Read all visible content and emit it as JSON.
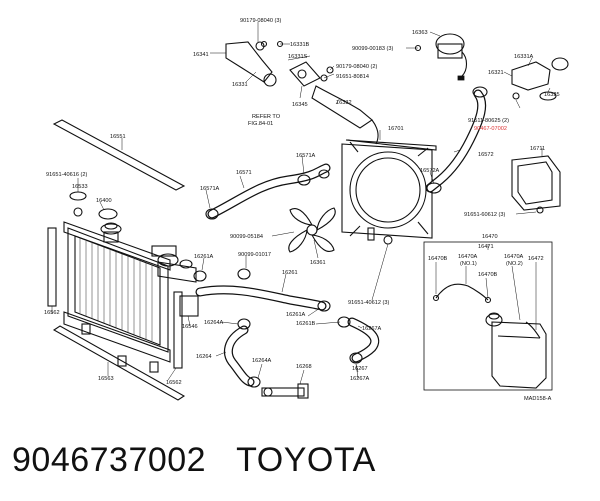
{
  "diagram": {
    "ref_code": "MAD158-A",
    "refer_note": [
      "REFER TO",
      "FIG.84-01"
    ],
    "labels": [
      {
        "id": "l01",
        "text": "90179-08040 (3)"
      },
      {
        "id": "l02",
        "text": "16331B"
      },
      {
        "id": "l03",
        "text": "16341"
      },
      {
        "id": "l04",
        "text": "16331"
      },
      {
        "id": "l05",
        "text": "16331S"
      },
      {
        "id": "l06",
        "text": "90099-00183 (3)"
      },
      {
        "id": "l07",
        "text": "16363"
      },
      {
        "id": "l08",
        "text": "90179-08040 (2)"
      },
      {
        "id": "l09",
        "text": "91651-80814"
      },
      {
        "id": "l10",
        "text": "16345"
      },
      {
        "id": "l11",
        "text": "16332"
      },
      {
        "id": "l12",
        "text": "16331A"
      },
      {
        "id": "l13",
        "text": "16321"
      },
      {
        "id": "l14",
        "text": "16325"
      },
      {
        "id": "l15",
        "text": "16551"
      },
      {
        "id": "l16",
        "text": "16701"
      },
      {
        "id": "l17",
        "text": "91511-80625 (2)"
      },
      {
        "id": "l18",
        "text": "90467-07002"
      },
      {
        "id": "l19",
        "text": "16571A"
      },
      {
        "id": "l20",
        "text": "16571"
      },
      {
        "id": "l21",
        "text": "16572"
      },
      {
        "id": "l22",
        "text": "16711"
      },
      {
        "id": "l23",
        "text": "91651-40616 (2)"
      },
      {
        "id": "l24",
        "text": "16533"
      },
      {
        "id": "l25",
        "text": "16571A"
      },
      {
        "id": "l26",
        "text": "16572A"
      },
      {
        "id": "l27",
        "text": "16400"
      },
      {
        "id": "l28",
        "text": "90099-05184"
      },
      {
        "id": "l29",
        "text": "91651-60612 (3)"
      },
      {
        "id": "l30",
        "text": "16361"
      },
      {
        "id": "l31",
        "text": "16261A"
      },
      {
        "id": "l32",
        "text": "90099-01017"
      },
      {
        "id": "l33",
        "text": "16470"
      },
      {
        "id": "l34",
        "text": "16471"
      },
      {
        "id": "l35",
        "text": "16470B"
      },
      {
        "id": "l36",
        "text": "16470A"
      },
      {
        "id": "l37",
        "text": "(NO.1)"
      },
      {
        "id": "l38",
        "text": "16470A"
      },
      {
        "id": "l39",
        "text": "(NO.2)"
      },
      {
        "id": "l40",
        "text": "16472"
      },
      {
        "id": "l41",
        "text": "16470B"
      },
      {
        "id": "l42",
        "text": "16261"
      },
      {
        "id": "l43",
        "text": "16562"
      },
      {
        "id": "l44",
        "text": "16546"
      },
      {
        "id": "l45",
        "text": "16264A"
      },
      {
        "id": "l46",
        "text": "16261A"
      },
      {
        "id": "l47",
        "text": "91651-40612 (3)"
      },
      {
        "id": "l48",
        "text": "16261B"
      },
      {
        "id": "l49",
        "text": "16267A"
      },
      {
        "id": "l50",
        "text": "16264"
      },
      {
        "id": "l51",
        "text": "16264A"
      },
      {
        "id": "l52",
        "text": "16267"
      },
      {
        "id": "l53",
        "text": "16268"
      },
      {
        "id": "l54",
        "text": "16267A"
      },
      {
        "id": "l55",
        "text": "16563"
      },
      {
        "id": "l56",
        "text": "16562"
      }
    ]
  },
  "caption": {
    "part_number": "9046737002",
    "brand": "TOYOTA"
  },
  "colors": {
    "ink": "#111111",
    "highlight": "#d33333",
    "background": "#ffffff"
  }
}
